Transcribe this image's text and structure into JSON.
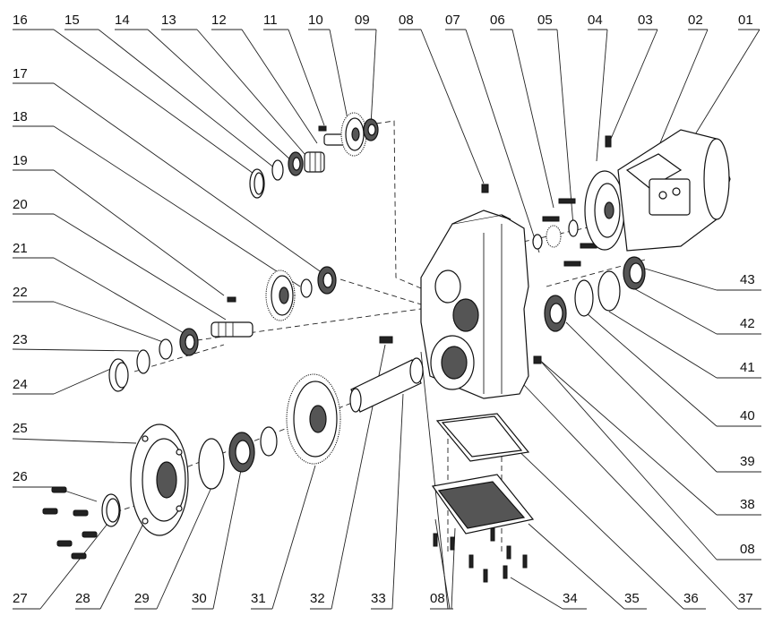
{
  "diagram": {
    "top_labels": [
      "16",
      "15",
      "14",
      "13",
      "12",
      "11",
      "10",
      "09",
      "08",
      "07",
      "06",
      "05",
      "04",
      "03",
      "02",
      "01"
    ],
    "left_labels": [
      "17",
      "18",
      "19",
      "20",
      "21",
      "22",
      "23",
      "24",
      "25",
      "26",
      "27"
    ],
    "bottom_labels": [
      "28",
      "29",
      "30",
      "31",
      "32",
      "33",
      "08",
      "34",
      "35",
      "36",
      "37"
    ],
    "right_labels": [
      "43",
      "42",
      "41",
      "40",
      "39",
      "38",
      "08"
    ]
  }
}
